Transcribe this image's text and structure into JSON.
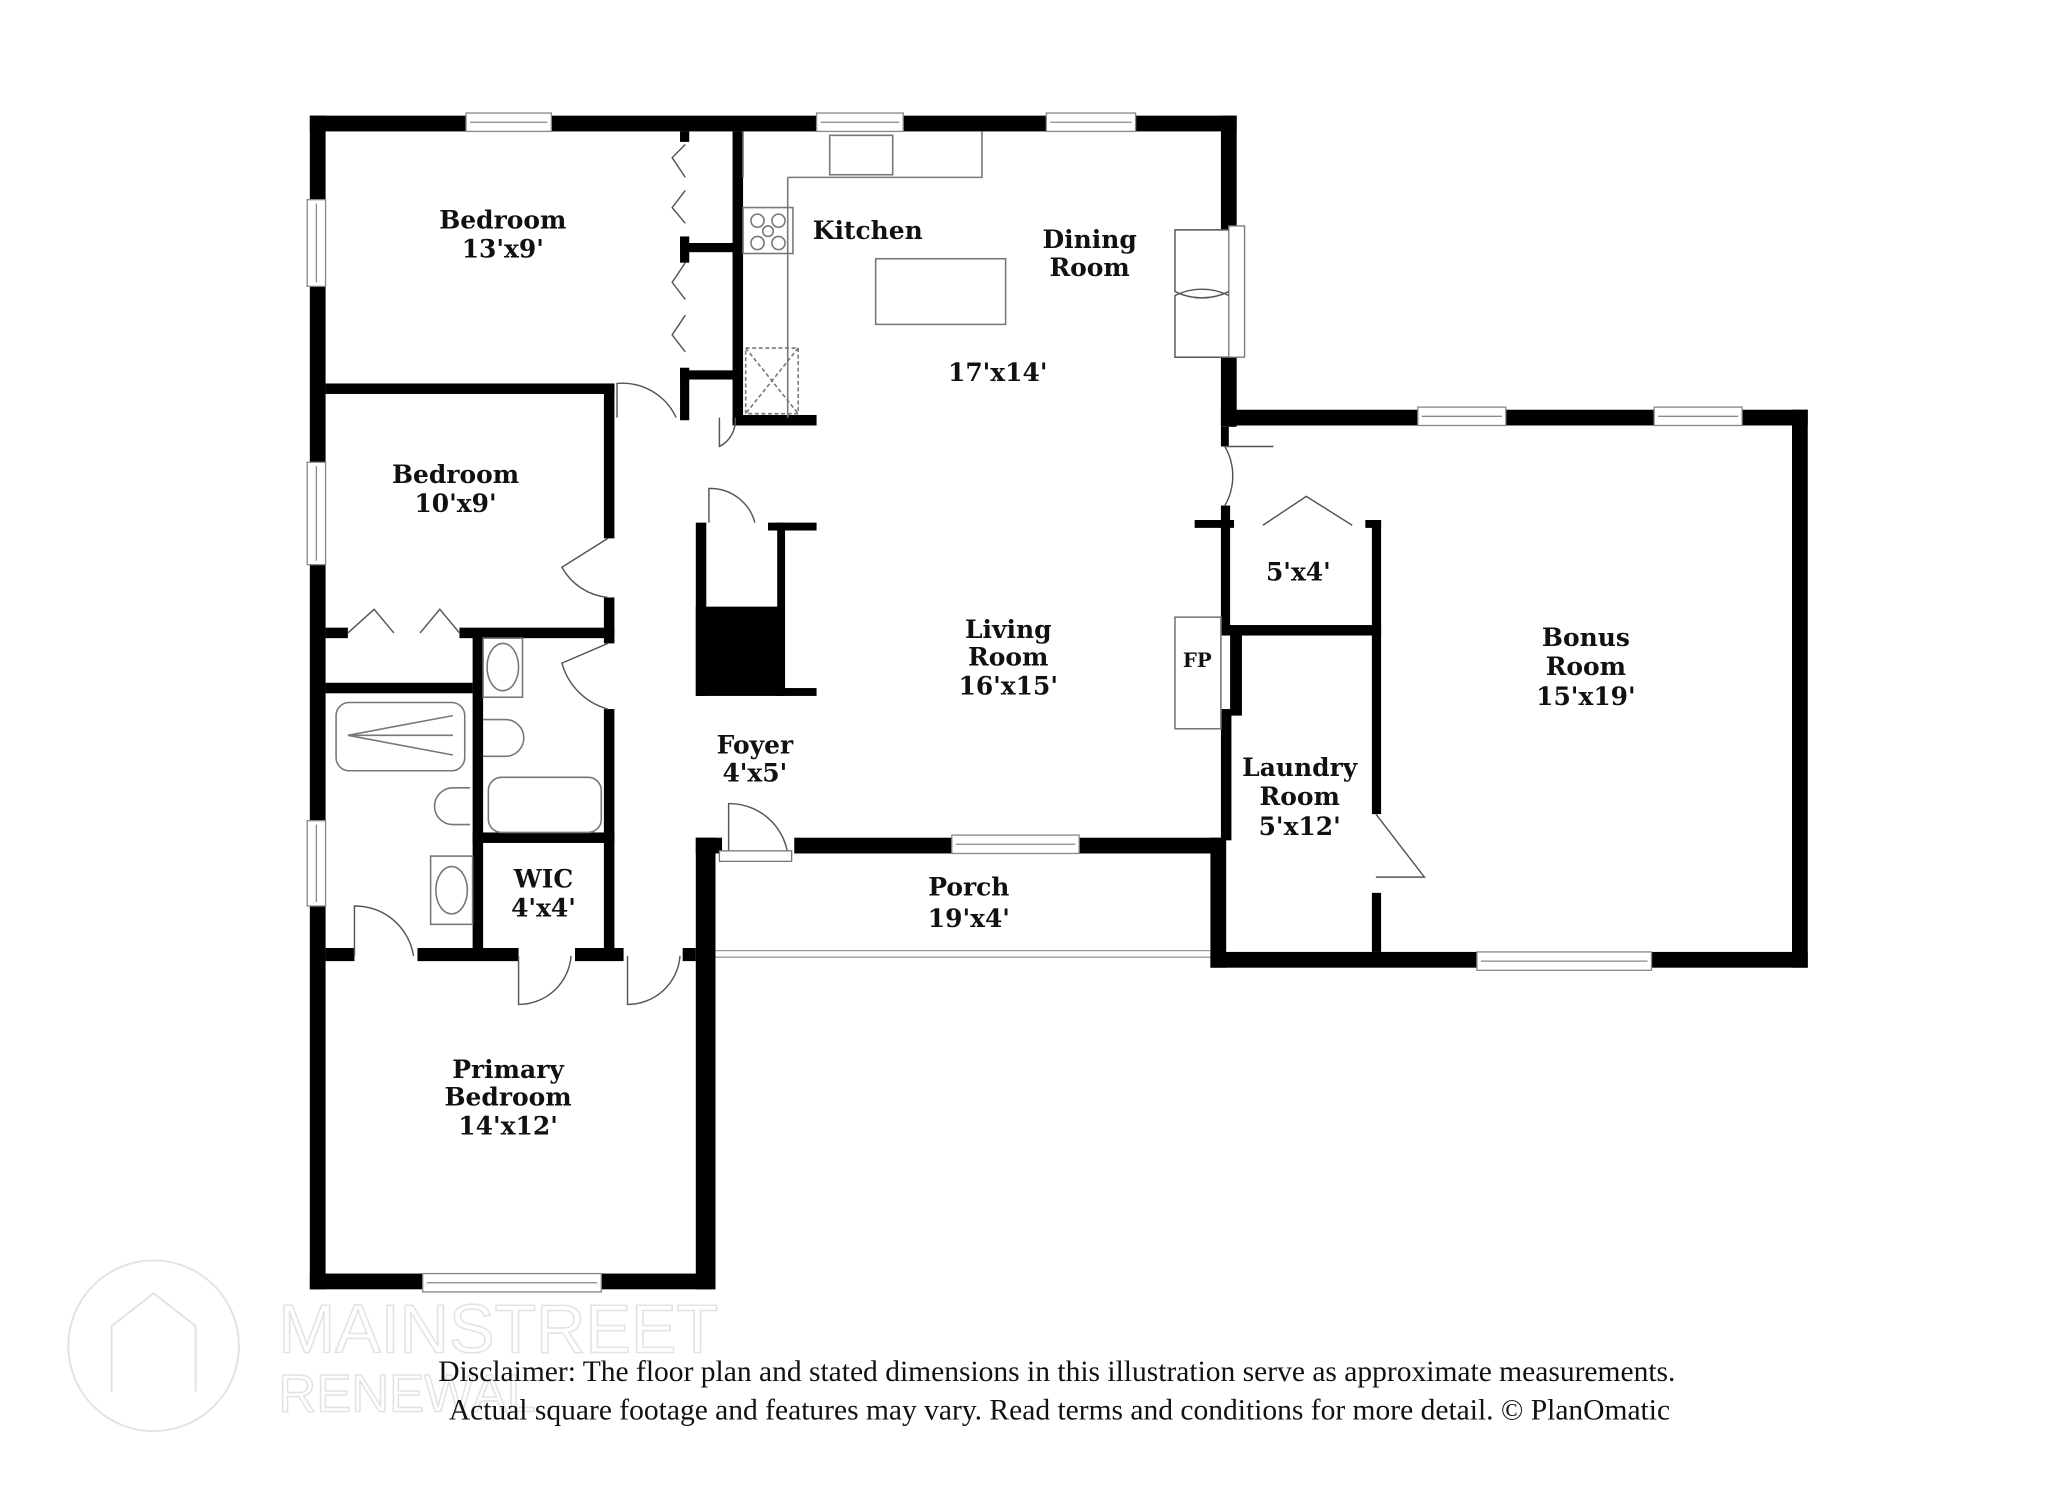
{
  "floor_plan": {
    "rooms": [
      {
        "name": "Bedroom",
        "size": "13'x9'"
      },
      {
        "name": "Kitchen",
        "size": ""
      },
      {
        "name": "Dining Room",
        "size": "17'x14'"
      },
      {
        "name": "Bedroom",
        "size": "10'x9'"
      },
      {
        "name": "Living Room",
        "size": "16'x15'"
      },
      {
        "name": "Foyer",
        "size": "4'x5'"
      },
      {
        "name": "WIC",
        "size": "4'x4'"
      },
      {
        "name": "Porch",
        "size": "19'x4'"
      },
      {
        "name": "Primary Bedroom",
        "size": "14'x12'"
      },
      {
        "name": "",
        "size": "5'x4'"
      },
      {
        "name": "Laundry Room",
        "size": "5'x12'"
      },
      {
        "name": "Bonus Room",
        "size": "15'x19'"
      }
    ],
    "labels": {
      "bed1_name": "Bedroom",
      "bed1_size": "13'x9'",
      "kitchen": "Kitchen",
      "dining_1": "Dining",
      "dining_2": "Room",
      "dining_size": "17'x14'",
      "bed2_name": "Bedroom",
      "bed2_size": "10'x9'",
      "living_1": "Living",
      "living_2": "Room",
      "living_size": "16'x15'",
      "foyer_name": "Foyer",
      "foyer_size": "4'x5'",
      "wic_name": "WIC",
      "wic_size": "4'x4'",
      "porch_name": "Porch",
      "porch_size": "19'x4'",
      "primary_1": "Primary",
      "primary_2": "Bedroom",
      "primary_size": "14'x12'",
      "closet_size": "5'x4'",
      "fireplace": "FP",
      "laundry_1": "Laundry",
      "laundry_2": "Room",
      "laundry_size": "5'x12'",
      "bonus_1": "Bonus",
      "bonus_2": "Room",
      "bonus_size": "15'x19'"
    }
  },
  "disclaimer": {
    "line1": "Disclaimer: The floor plan and stated dimensions in this illustration serve as approximate measurements.",
    "line2": "Actual square footage and features may vary. Read terms and conditions for more detail. © PlanOmatic"
  },
  "watermark": {
    "line1": "MAINSTREET",
    "line2": "RENEWAL"
  },
  "colors": {
    "wall": "#000000",
    "background": "#ffffff",
    "watermark": "#e3e3e3"
  }
}
